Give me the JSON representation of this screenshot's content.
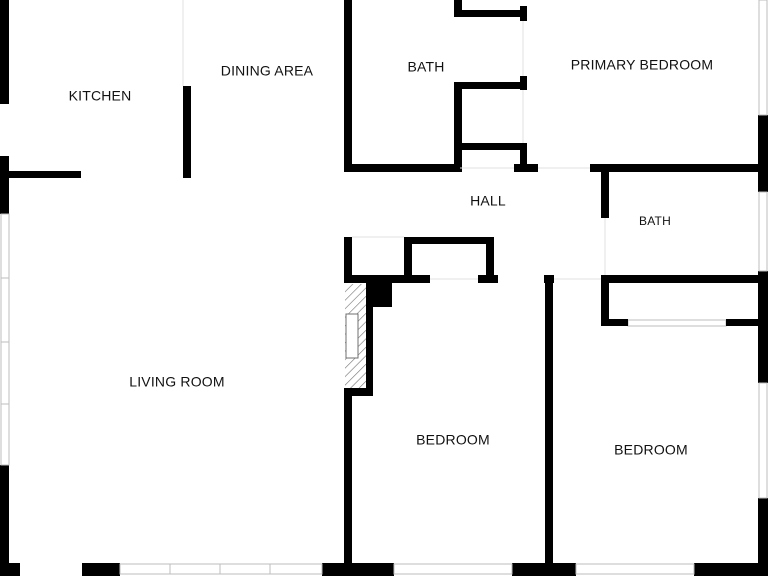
{
  "colors": {
    "wall": "#000000",
    "floor": "#ffffff",
    "window": "#d8d8d8",
    "fireplace": "#6f6f6f"
  },
  "rooms": {
    "kitchen": "KITCHEN",
    "dining": "DINING AREA",
    "bath_top": "BATH",
    "primary_bedroom": "PRIMARY BEDROOM",
    "hall": "HALL",
    "bath_right": "BATH",
    "living_room": "LIVING ROOM",
    "bedroom_center": "BEDROOM",
    "bedroom_right": "BEDROOM"
  }
}
